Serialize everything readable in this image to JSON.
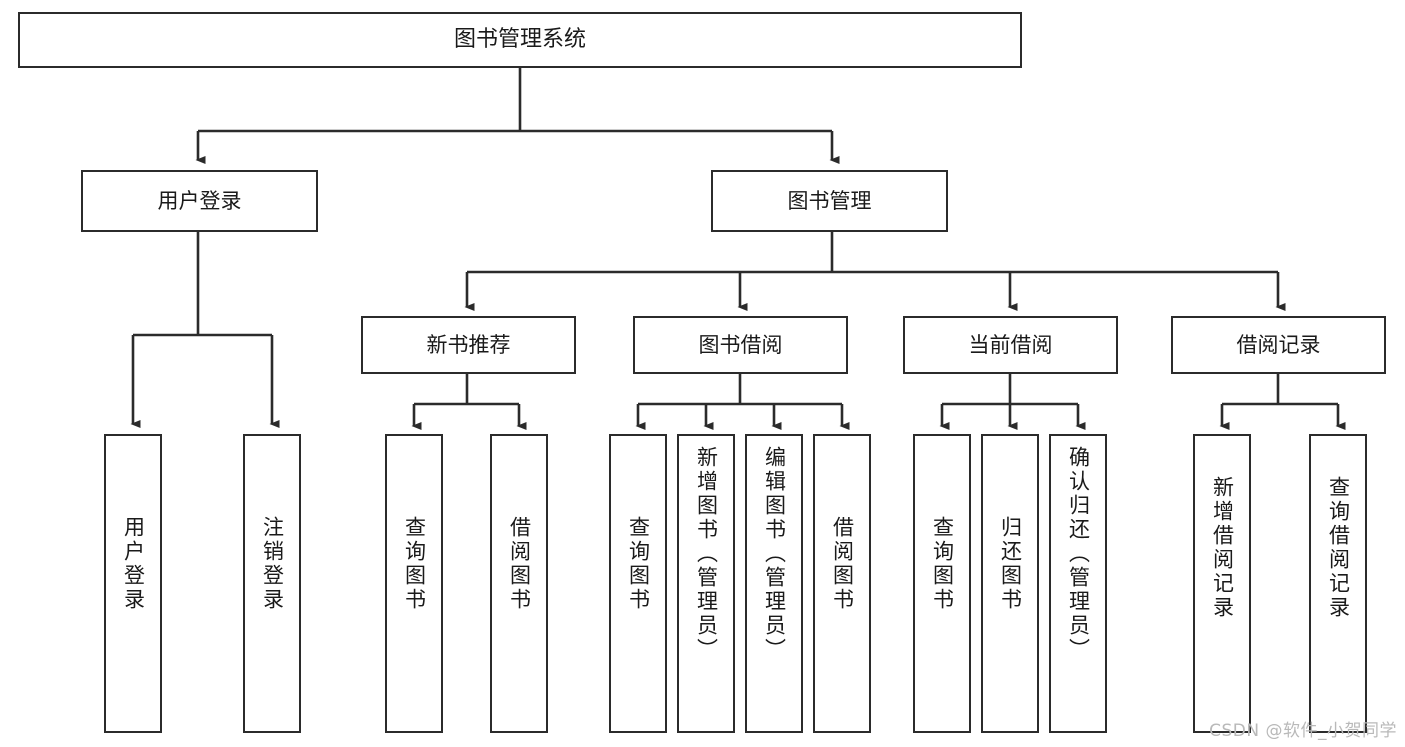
{
  "diagram": {
    "type": "tree",
    "title": "图书管理系统",
    "orientation": "top-down",
    "watermark": "CSDN @软件_小贺同学",
    "colors": {
      "stroke": "#2b2b2b",
      "fill": "#ffffff",
      "text": "#1a1a1a",
      "watermark": "#b9b9b9"
    },
    "nodes": {
      "root": {
        "label": "图书管理系统"
      },
      "level2": [
        {
          "id": "user-login",
          "label": "用户登录"
        },
        {
          "id": "book-management",
          "label": "图书管理"
        }
      ],
      "level3": [
        {
          "id": "new-book-recommend",
          "label": "新书推荐"
        },
        {
          "id": "book-borrow",
          "label": "图书借阅"
        },
        {
          "id": "current-borrow",
          "label": "当前借阅"
        },
        {
          "id": "borrow-record",
          "label": "借阅记录"
        }
      ],
      "leaves": {
        "user_login": [
          {
            "id": "leaf-user-login",
            "label": "用户登录"
          },
          {
            "id": "leaf-logout",
            "label": "注销登录"
          }
        ],
        "new_book_recommend": [
          {
            "id": "leaf-query-book-1",
            "label": "查询图书"
          },
          {
            "id": "leaf-borrow-book-1",
            "label": "借阅图书"
          }
        ],
        "book_borrow": [
          {
            "id": "leaf-query-book-2",
            "label": "查询图书"
          },
          {
            "id": "leaf-add-book",
            "label": "新增图书（管理员）"
          },
          {
            "id": "leaf-edit-book",
            "label": "编辑图书（管理员）"
          },
          {
            "id": "leaf-borrow-book-2",
            "label": "借阅图书"
          }
        ],
        "current_borrow": [
          {
            "id": "leaf-query-book-3",
            "label": "查询图书"
          },
          {
            "id": "leaf-return-book",
            "label": "归还图书"
          },
          {
            "id": "leaf-confirm-return",
            "label": "确认归还（管理员）"
          }
        ],
        "borrow_record": [
          {
            "id": "leaf-add-record",
            "label": "新增借阅记录"
          },
          {
            "id": "leaf-query-record",
            "label": "查询借阅记录"
          }
        ]
      }
    },
    "edges": [
      {
        "from": "图书管理系统",
        "to": "用户登录"
      },
      {
        "from": "图书管理系统",
        "to": "图书管理"
      },
      {
        "from": "用户登录",
        "to": "用户登录"
      },
      {
        "from": "用户登录",
        "to": "注销登录"
      },
      {
        "from": "图书管理",
        "to": "新书推荐"
      },
      {
        "from": "图书管理",
        "to": "图书借阅"
      },
      {
        "from": "图书管理",
        "to": "当前借阅"
      },
      {
        "from": "图书管理",
        "to": "借阅记录"
      },
      {
        "from": "新书推荐",
        "to": "查询图书"
      },
      {
        "from": "新书推荐",
        "to": "借阅图书"
      },
      {
        "from": "图书借阅",
        "to": "查询图书"
      },
      {
        "from": "图书借阅",
        "to": "新增图书（管理员）"
      },
      {
        "from": "图书借阅",
        "to": "编辑图书（管理员）"
      },
      {
        "from": "图书借阅",
        "to": "借阅图书"
      },
      {
        "from": "当前借阅",
        "to": "查询图书"
      },
      {
        "from": "当前借阅",
        "to": "归还图书"
      },
      {
        "from": "当前借阅",
        "to": "确认归还（管理员）"
      },
      {
        "from": "借阅记录",
        "to": "新增借阅记录"
      },
      {
        "from": "借阅记录",
        "to": "查询借阅记录"
      }
    ]
  }
}
